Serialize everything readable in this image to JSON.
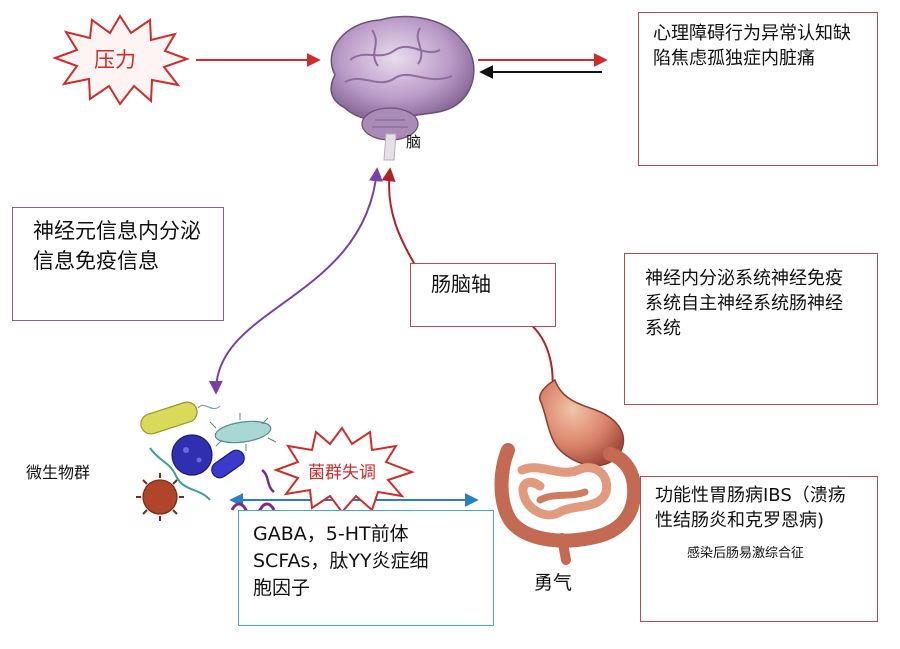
{
  "labels": {
    "stress": "压力",
    "brain": "脑",
    "gut_brain_axis": "肠脑轴",
    "microbiota": "微生物群",
    "dysbiosis": "菌群失调",
    "gut": "勇气"
  },
  "boxes": {
    "psych": "心理障碍行为异常认知缺陷焦虑孤独症内脏痛",
    "neural_signals": "神经元信息内分泌信息免疫信息",
    "systems": "神经内分泌系统神经免疫系统自主神经系统肠神经系统",
    "disease": "功能性胃肠病IBS（溃疡性结肠炎和克罗恩病)",
    "disease_sub": "感染后肠易激综合征",
    "metabolites_line1": "GABA，5-HT前体",
    "metabolites_line2": "SCFAs，肽YY炎症细",
    "metabolites_line3": "胞因子"
  },
  "colors": {
    "red": "#d12b2b",
    "dark_red": "#b81f24",
    "purple": "#7b3fa8",
    "blue": "#2a7fc1",
    "box_red": "#c2474f",
    "box_purple": "#8b5ab4",
    "box_blue": "#3bb0d6"
  }
}
